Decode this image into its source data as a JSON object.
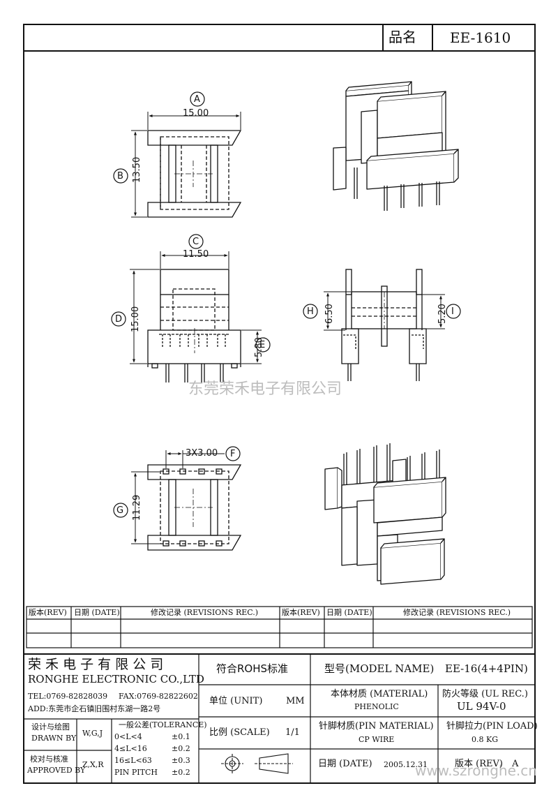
{
  "header": {
    "name_label": "品名",
    "part_number": "EE-1610"
  },
  "dimensions": {
    "A": {
      "letter": "A",
      "value": "15.00"
    },
    "B": {
      "letter": "B",
      "value": "13.50"
    },
    "C": {
      "letter": "C",
      "value": "11.50"
    },
    "D": {
      "letter": "D",
      "value": "15.00"
    },
    "E": {
      "letter": "E",
      "value": "5.80"
    },
    "F": {
      "letter": "F",
      "value": "3X3.00"
    },
    "G": {
      "letter": "G",
      "value": "11.29"
    },
    "H": {
      "letter": "H",
      "value": "6.50"
    },
    "I": {
      "letter": "I",
      "value": "5.20"
    }
  },
  "watermark": {
    "center": "东莞荣禾电子有限公司",
    "url": "www.szronghe.cn"
  },
  "revisions": {
    "headers": [
      "版本(REV)",
      "日期 (DATE)",
      "修改记录 (REVISIONS REC.)",
      "版本(REV)",
      "日期 (DATE)",
      "修改记录 (REVISIONS REC.)"
    ]
  },
  "company": {
    "name_cn": "荣 禾 电 子 有 限 公 司",
    "name_en": "RONGHE ELECTRONIC CO.,LTD",
    "tel": "TEL:0769-82828039",
    "fax": "FAX:0769-82822602",
    "address": "ADD:东莞市企石镇旧围村东湖一路2号"
  },
  "signoff": {
    "design_label_cn": "设计与绘图",
    "design_label_en": "DRAWN BY",
    "design_value": "W,G,J",
    "check_label_cn": "校对与核准",
    "check_label_en": "APPROVED BY",
    "check_value": "Z,X,R"
  },
  "tolerance": {
    "title": "一般公差(TOLERANCE)",
    "rows": [
      {
        "range": "0<L<4",
        "value": "±0.1"
      },
      {
        "range": "4≤L<16",
        "value": "±0.2"
      },
      {
        "range": "16≤L<63",
        "value": "±0.3"
      },
      {
        "range": "PIN PITCH",
        "value": "±0.2"
      }
    ]
  },
  "specs": {
    "rohs": "符合ROHS标准",
    "model_label": "型号(MODEL NAME)",
    "model_value": "EE-16(4+4PIN)",
    "unit_label": "单位 (UNIT)",
    "unit_value": "MM",
    "material_label": "本体材质 (MATERIAL)",
    "material_value": "PHENOLIC",
    "flame_label": "防火等级 (UL REC.)",
    "flame_value": "UL 94V-0",
    "scale_label": "比例 (SCALE)",
    "scale_value": "1/1",
    "pin_material_label": "针脚材质(PIN MATERIAL)",
    "pin_material_value": "CP WIRE",
    "pin_load_label": "针脚拉力(PIN LOAD)",
    "pin_load_value": "0.8 KG",
    "date_label": "日期 (DATE)",
    "date_value": "2005.12.31",
    "version_label": "版本 (REV)",
    "version_value": "A"
  }
}
